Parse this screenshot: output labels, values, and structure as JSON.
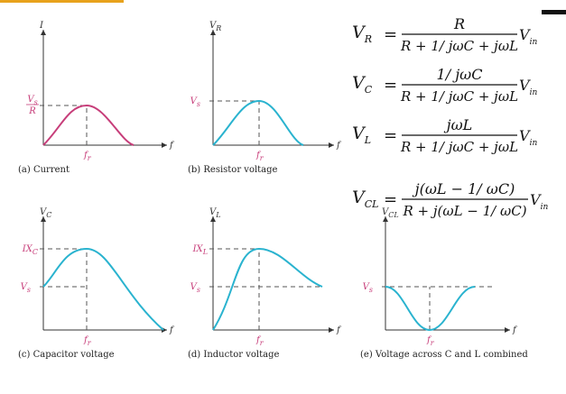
{
  "header": {
    "bar_color": "#E8A21C"
  },
  "colors": {
    "current": "#C73E7A",
    "voltage": "#2AB3CF",
    "label": "#C73E7A"
  },
  "equations": [
    {
      "lhs": "V",
      "sub": "R",
      "num": "R",
      "den": "R + 1/ jωC + jωL",
      "vin": "V",
      "vin_sub": "in"
    },
    {
      "lhs": "V",
      "sub": "C",
      "num": "1/ jωC",
      "den": "R + 1/ jωC + jωL",
      "vin": "V",
      "vin_sub": "in"
    },
    {
      "lhs": "V",
      "sub": "L",
      "num": "jωL",
      "den": "R + 1/ jωC + jωL",
      "vin": "V",
      "vin_sub": "in"
    },
    {
      "lhs": "V",
      "sub": "CL",
      "num": "j(ωL − 1/ ωC)",
      "den": "R + j(ωL − 1/ ωC)",
      "vin": "V",
      "vin_sub": "in"
    }
  ],
  "panels": [
    {
      "id": "a",
      "caption": "(a) Current",
      "y_label": "I",
      "x_label": "f",
      "fr_label": "fr",
      "ref_label_top": "Vs",
      "ref_label_bottom": "R",
      "peak_label": "",
      "curve": "bell",
      "color_key": "current"
    },
    {
      "id": "b",
      "caption": "(b) Resistor voltage",
      "y_label": "VR",
      "x_label": "f",
      "fr_label": "fr",
      "ref_label_top": "Vs",
      "ref_label_bottom": "",
      "peak_label": "",
      "curve": "bell",
      "color_key": "voltage"
    },
    {
      "id": "c",
      "caption": "(c) Capacitor voltage",
      "y_label": "VC",
      "x_label": "f",
      "fr_label": "fr",
      "ref_label_top": "Vs",
      "ref_label_bottom": "",
      "peak_label": "IXC",
      "curve": "capacitor",
      "color_key": "voltage"
    },
    {
      "id": "d",
      "caption": "(d) Inductor voltage",
      "y_label": "VL",
      "x_label": "f",
      "fr_label": "fr",
      "ref_label_top": "Vs",
      "ref_label_bottom": "",
      "peak_label": "IXL",
      "curve": "inductor",
      "color_key": "voltage"
    },
    {
      "id": "e",
      "caption": "(e) Voltage across C and L combined",
      "y_label": "VCL",
      "x_label": "f",
      "fr_label": "fr",
      "ref_label_top": "Vs",
      "ref_label_bottom": "",
      "peak_label": "",
      "curve": "notch",
      "color_key": "voltage"
    }
  ]
}
